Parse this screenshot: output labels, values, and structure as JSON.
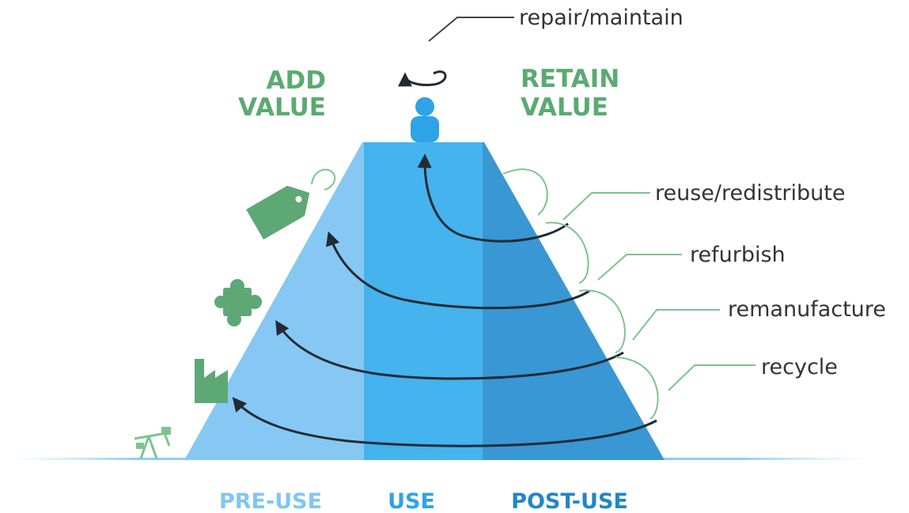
{
  "headings": {
    "add_value": [
      "ADD",
      "VALUE"
    ],
    "retain_value": [
      "RETAIN",
      "VALUE"
    ]
  },
  "steps": {
    "repair": "repair/maintain",
    "reuse": "reuse/redistribute",
    "refurbish": "refurbish",
    "remanufacture": "remanufacture",
    "recycle": "recycle"
  },
  "phases": {
    "pre_use": "PRE-USE",
    "use": "USE",
    "post_use": "POST-USE"
  },
  "icons": [
    "price-tag-icon",
    "puzzle-piece-icon",
    "factory-icon",
    "oil-pump-icon",
    "person-icon"
  ],
  "colors": {
    "heading_green": "#5aaa72",
    "icon_green": "#5ea876",
    "pre_use": "#86c8f3",
    "use": "#45b3ee",
    "post_use": "#3997d4",
    "phase_pre_use": "#7fc6f1",
    "phase_use": "#2ea3e6",
    "phase_post_use": "#2086c9",
    "arrow": "#222b33"
  }
}
